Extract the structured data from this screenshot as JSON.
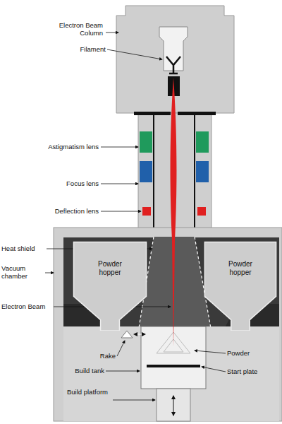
{
  "diagram": {
    "nodes": [
      {
        "text": [
          "Powder hopper"
        ]
      },
      {
        "text": [
          "Powder hopper"
        ]
      }
    ],
    "labels": [
      "Electron Beam Column",
      "Filament",
      "Astigmatism lens",
      "Focus lens",
      "Deflection lens",
      "Heat shield",
      "Vacuum chamber",
      "Electron Beam",
      "Rake",
      "Powder",
      "Build tank",
      "Start plate",
      "Build platform"
    ]
  }
}
